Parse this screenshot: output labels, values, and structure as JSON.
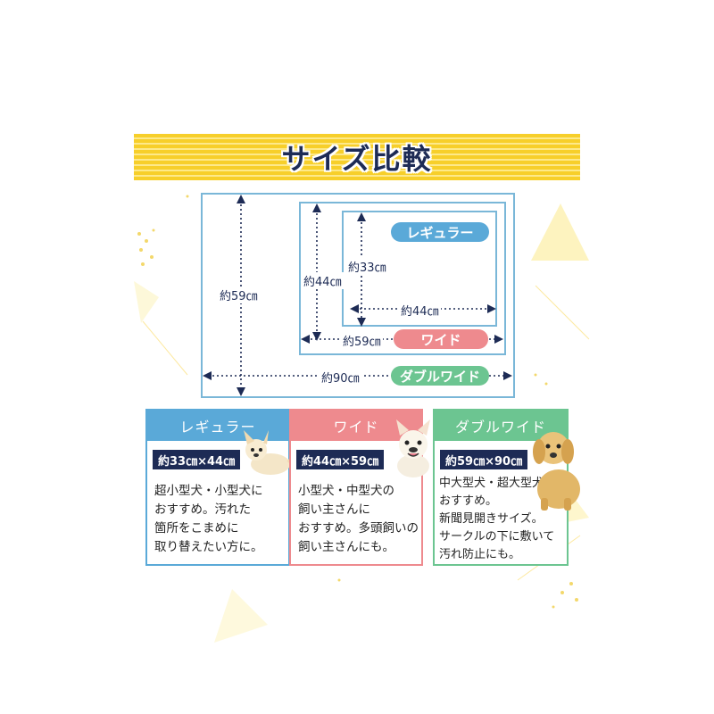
{
  "title": "サイズ比較",
  "diagram": {
    "dim_outer_height": "約59㎝",
    "dim_outer_width": "約90㎝",
    "dim_wide_height": "約44㎝",
    "dim_wide_width": "約59㎝",
    "dim_regular_height": "約33㎝",
    "dim_regular_width": "約44㎝",
    "pill_regular": "レギュラー",
    "pill_wide": "ワイド",
    "pill_double": "ダブルワイド"
  },
  "cards": [
    {
      "header": "レギュラー",
      "size": "約33㎝×44㎝",
      "text": "超小型犬・小型犬に\nおすすめ。汚れた\n箇所をこまめに\n取り替えたい方に。",
      "color": "#5aa9d8",
      "dog_icon": "chihuahua-icon"
    },
    {
      "header": "ワイド",
      "size": "約44㎝×59㎝",
      "text": "小型犬・中型犬の\n飼い主さんに\nおすすめ。多頭飼いの\n飼い主さんにも。",
      "color": "#ee8a8e",
      "dog_icon": "french-bulldog-icon"
    },
    {
      "header": "ダブルワイド",
      "size": "約59㎝×90㎝",
      "text": "中大型犬・超大型犬に\nおすすめ。\n新聞見開きサイズ。\nサークルの下に敷いて\n汚れ防止にも。",
      "color": "#6cc591",
      "dog_icon": "golden-retriever-icon"
    }
  ]
}
